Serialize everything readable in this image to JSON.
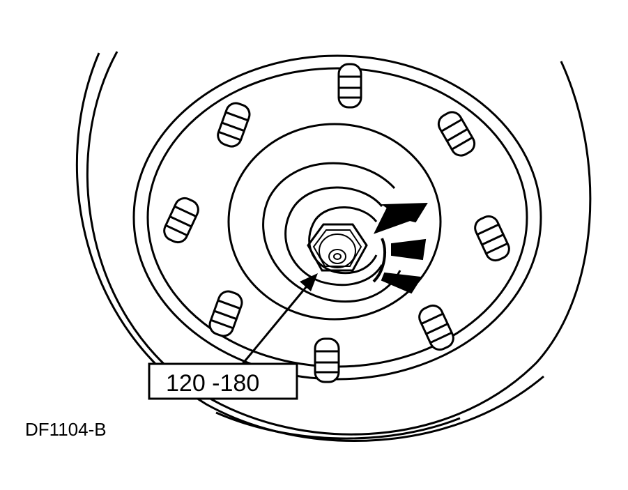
{
  "diagram": {
    "callout": {
      "torque_spec": "120 -180"
    },
    "figure_id": "DF1104-B",
    "colors": {
      "line": "#000000",
      "background": "#ffffff"
    },
    "components": [
      "wheel-hub",
      "wheel-studs",
      "hub-nut",
      "rotation-arrows",
      "leader-arrow"
    ]
  }
}
